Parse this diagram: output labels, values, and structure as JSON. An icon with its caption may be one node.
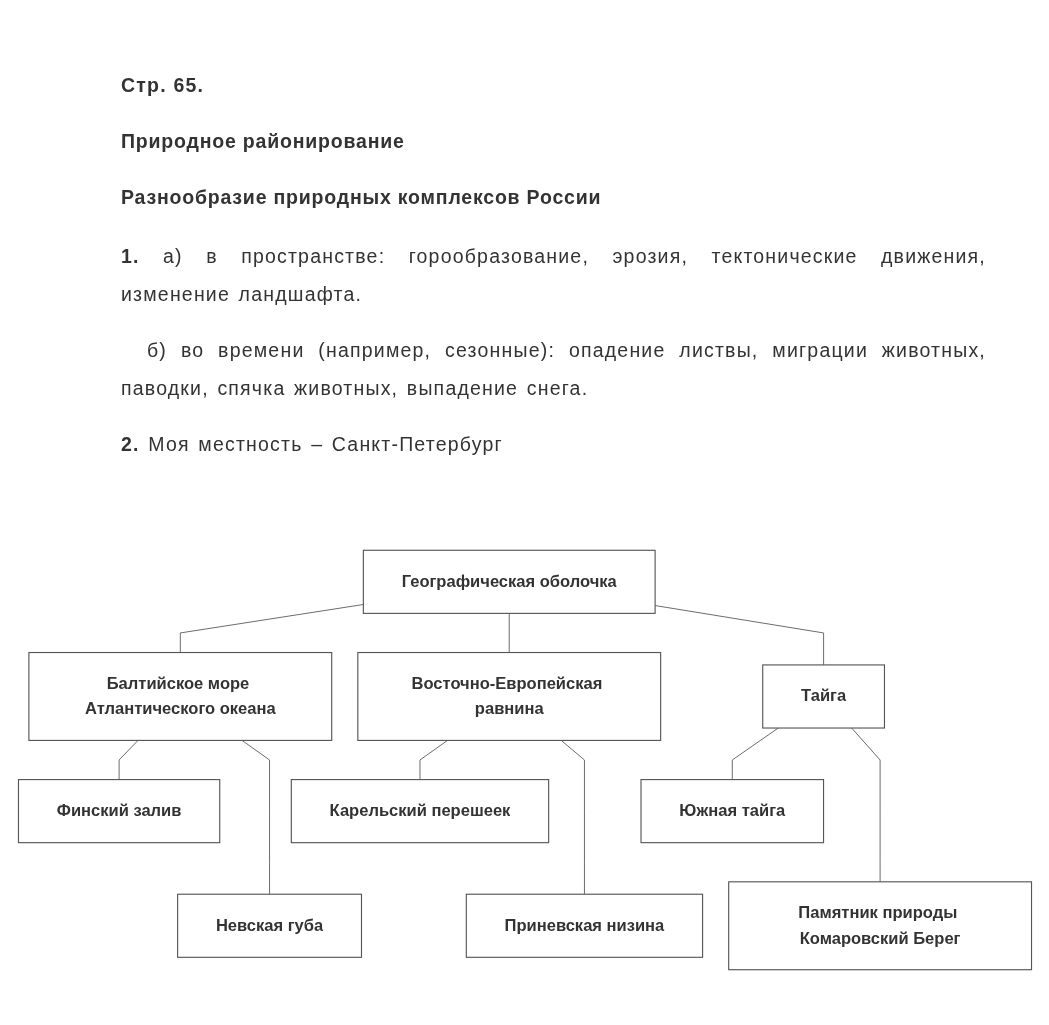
{
  "diagram": {
    "title": "Природное районирование",
    "nodes": [
      {
        "text": [
          "Географическая оболочка"
        ]
      },
      {
        "text": [
          "Балтийское море Атлантического океана"
        ]
      },
      {
        "text": [
          "Восточно-Европейская равнина"
        ]
      },
      {
        "text": [
          "Тайга"
        ]
      },
      {
        "text": [
          "Финский залив"
        ]
      },
      {
        "text": [
          "Карельский перешеек"
        ]
      },
      {
        "text": [
          "Южная тайга"
        ]
      },
      {
        "text": [
          "Невская губа"
        ]
      },
      {
        "text": [
          "Приневская низина"
        ]
      },
      {
        "text": [
          "Памятник природы Комаровский Берег"
        ]
      }
    ],
    "edges": [
      {
        "from": 0,
        "to": 1,
        "arrow": "none"
      },
      {
        "from": 0,
        "to": 2,
        "arrow": "none"
      },
      {
        "from": 0,
        "to": 3,
        "arrow": "none"
      },
      {
        "from": 1,
        "to": 4,
        "arrow": "none"
      },
      {
        "from": 1,
        "to": 7,
        "arrow": "none"
      },
      {
        "from": 2,
        "to": 5,
        "arrow": "none"
      },
      {
        "from": 2,
        "to": 8,
        "arrow": "none"
      },
      {
        "from": 3,
        "to": 6,
        "arrow": "none"
      },
      {
        "from": 3,
        "to": 9,
        "arrow": "none"
      }
    ],
    "labels": [
      "Стр. 65.",
      "Разнообразие природных комплексов России",
      "**1.** а) в пространстве: горообразование, эрозия, тектонические движения, изменение ландшафта.",
      "б) во времени (например, сезонные): опадение листвы, миграции животных, паводки, спячка животных, выпадение снега.",
      "**2.** Моя местность – Санкт-Петербург"
    ]
  }
}
